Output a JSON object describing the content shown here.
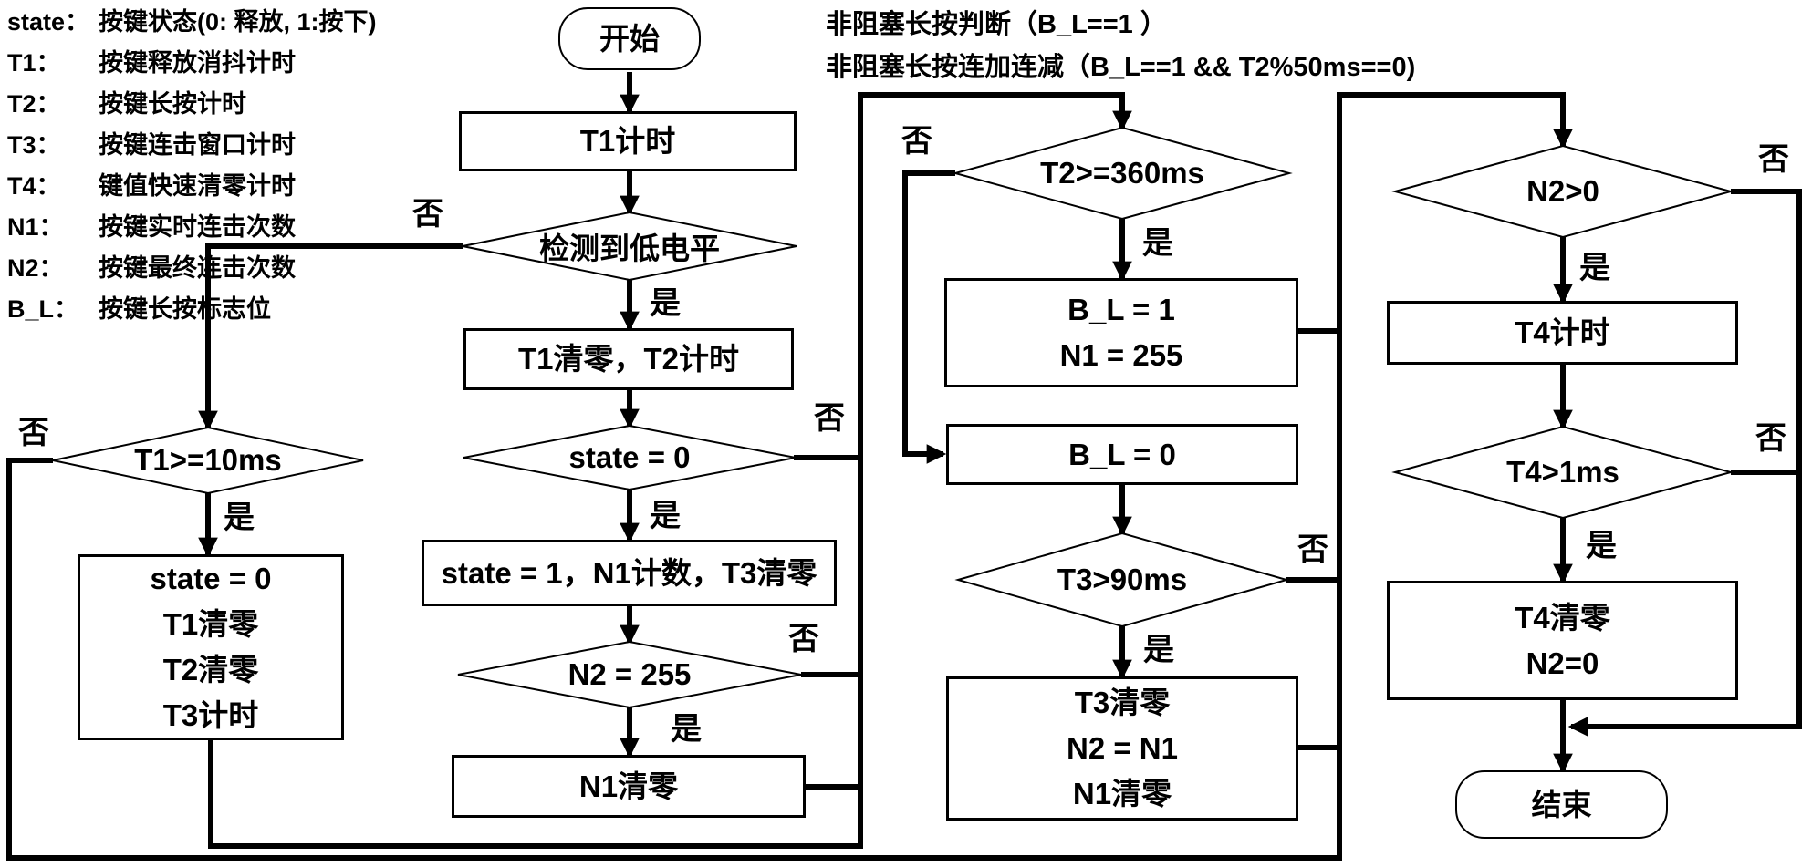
{
  "colors": {
    "line": "#000000",
    "background": "#ffffff",
    "text": "#000000"
  },
  "legend": {
    "rows": [
      {
        "term": "state：",
        "desc": "按键状态(0: 释放, 1:按下)"
      },
      {
        "term": "T1：",
        "desc": "按键释放消抖计时"
      },
      {
        "term": "T2：",
        "desc": "按键长按计时"
      },
      {
        "term": "T3：",
        "desc": "按键连击窗口计时"
      },
      {
        "term": "T4：",
        "desc": "键值快速清零计时"
      },
      {
        "term": "N1：",
        "desc": "按键实时连击次数"
      },
      {
        "term": "N2：",
        "desc": "按键最终连击次数"
      },
      {
        "term": "B_L：",
        "desc": "按键长按标志位"
      }
    ]
  },
  "annotation": {
    "line1": "非阻塞长按判断（B_L==1 ）",
    "line2": "非阻塞长按连加连减（B_L==1 && T2%50ms==0)"
  },
  "labels": {
    "yes": "是",
    "no": "否"
  },
  "nodes": {
    "start": {
      "label": "开始"
    },
    "t1_timing": {
      "label": "T1计时"
    },
    "detect_low": {
      "label": "检测到低电平"
    },
    "t1_clear_t2_timing": {
      "label": "T1清零，T2计时"
    },
    "state_eq_0": {
      "label": "state = 0"
    },
    "state_set": {
      "label": "state = 1，N1计数，T3清零"
    },
    "n2_eq_255": {
      "label": "N2 = 255"
    },
    "n1_clear": {
      "label": "N1清零"
    },
    "t1_ge_10ms": {
      "label": "T1>=10ms"
    },
    "release_handle": {
      "lines": [
        "state = 0",
        "T1清零",
        "T2清零",
        "T3计时"
      ]
    },
    "t2_ge_360ms": {
      "label": "T2>=360ms"
    },
    "long_press_set": {
      "lines": [
        "B_L = 1",
        "N1 = 255"
      ]
    },
    "bl_clear": {
      "label": "B_L = 0"
    },
    "t3_gt_90ms": {
      "label": "T3>90ms"
    },
    "click_finalize": {
      "lines": [
        "T3清零",
        "N2 = N1",
        "N1清零"
      ]
    },
    "n2_gt_0": {
      "label": "N2>0"
    },
    "t4_timing": {
      "label": "T4计时"
    },
    "t4_gt_1ms": {
      "label": "T4>1ms"
    },
    "t4_clear": {
      "lines": [
        "T4清零",
        "N2=0"
      ]
    },
    "end": {
      "label": "结束"
    }
  }
}
